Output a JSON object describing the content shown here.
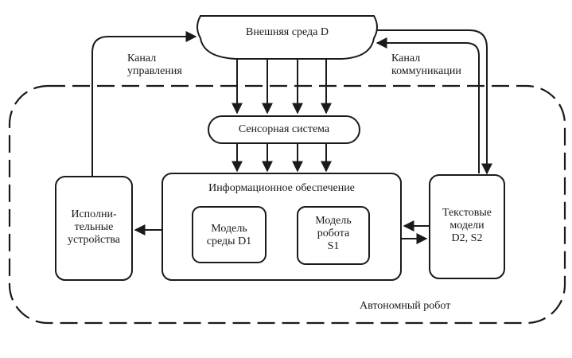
{
  "external_env": "Внешняя среда D",
  "control_channel": "Канал\nуправления",
  "comm_channel": "Канал\nкоммуникации",
  "sensor_system": "Сенсорная система",
  "info_support": "Информационное обеспечение",
  "actuators": "Исполни-\nтельные\nустройства",
  "env_model": "Модель\nсреды D1",
  "robot_model": "Модель\nробота\nS1",
  "text_models": "Текстовые\nмодели\nD2, S2",
  "autonomous_robot": "Автономный робот",
  "colors": {
    "ink": "#1a1a1a",
    "background": "#ffffff"
  }
}
